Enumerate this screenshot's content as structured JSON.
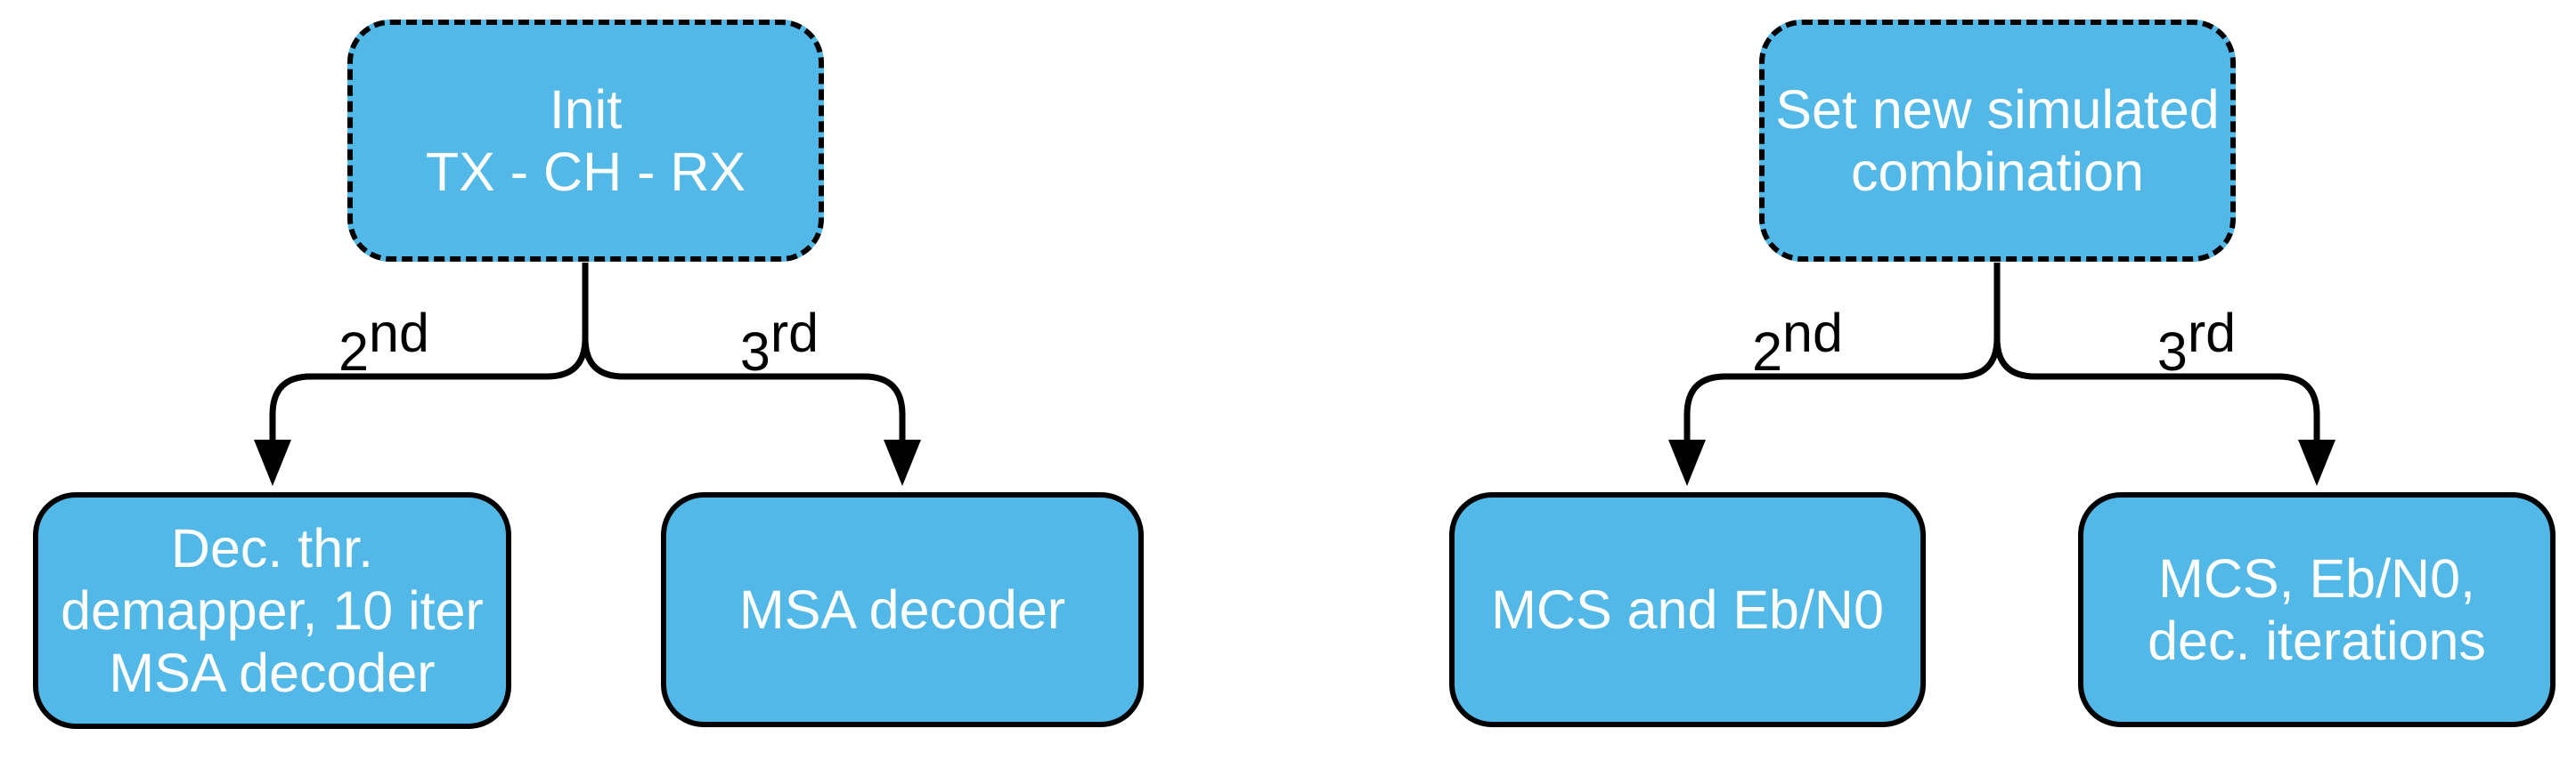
{
  "colors": {
    "box_fill": "#52B8E8",
    "box_border": "#000000",
    "box_text": "#ffffff",
    "connector": "#000000",
    "label_text": "#000000"
  },
  "left_flow": {
    "root": {
      "lines": [
        "Init",
        "TX - CH - RX"
      ]
    },
    "branches": [
      {
        "label_base": "2",
        "label_sup": "nd"
      },
      {
        "label_base": "3",
        "label_sup": "rd"
      }
    ],
    "children": [
      {
        "lines": [
          "Dec. thr.",
          "demapper, 10 iter",
          "MSA decoder"
        ]
      },
      {
        "lines": [
          "MSA decoder"
        ]
      }
    ]
  },
  "right_flow": {
    "root": {
      "lines": [
        "Set new simulated",
        "combination"
      ]
    },
    "branches": [
      {
        "label_base": "2",
        "label_sup": "nd"
      },
      {
        "label_base": "3",
        "label_sup": "rd"
      }
    ],
    "children": [
      {
        "lines": [
          "MCS and Eb/N0"
        ]
      },
      {
        "lines": [
          "MCS, Eb/N0,",
          "dec. iterations"
        ]
      }
    ]
  }
}
